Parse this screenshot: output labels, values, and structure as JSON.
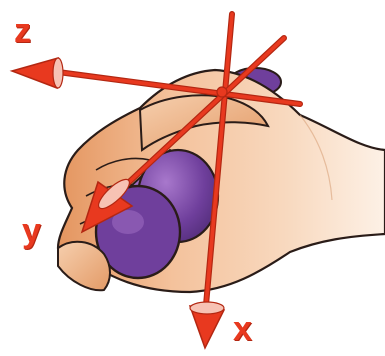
{
  "diagram": {
    "colors": {
      "axis_red": "#e8391f",
      "axis_dark_red": "#b32712",
      "arrow_highlight": "#f7c2b4",
      "skin_light": "#fbe6d4",
      "skin_mid": "#f4c29c",
      "skin_dark": "#e4955f",
      "outline": "#2a1c18",
      "cylinder_purple": "#6f3f9c",
      "cylinder_highlight": "#a878cc"
    },
    "axes": [
      {
        "id": "z",
        "label": "z",
        "icon": "red-arrow-left-icon"
      },
      {
        "id": "y",
        "label": "y",
        "icon": "red-arrow-down-left-icon"
      },
      {
        "id": "x",
        "label": "x",
        "icon": "red-arrow-down-icon"
      }
    ],
    "objects": [
      {
        "name": "hand",
        "icon": "gripping-hand-icon"
      },
      {
        "name": "cylinder",
        "icon": "purple-cylinder-icon"
      }
    ]
  }
}
